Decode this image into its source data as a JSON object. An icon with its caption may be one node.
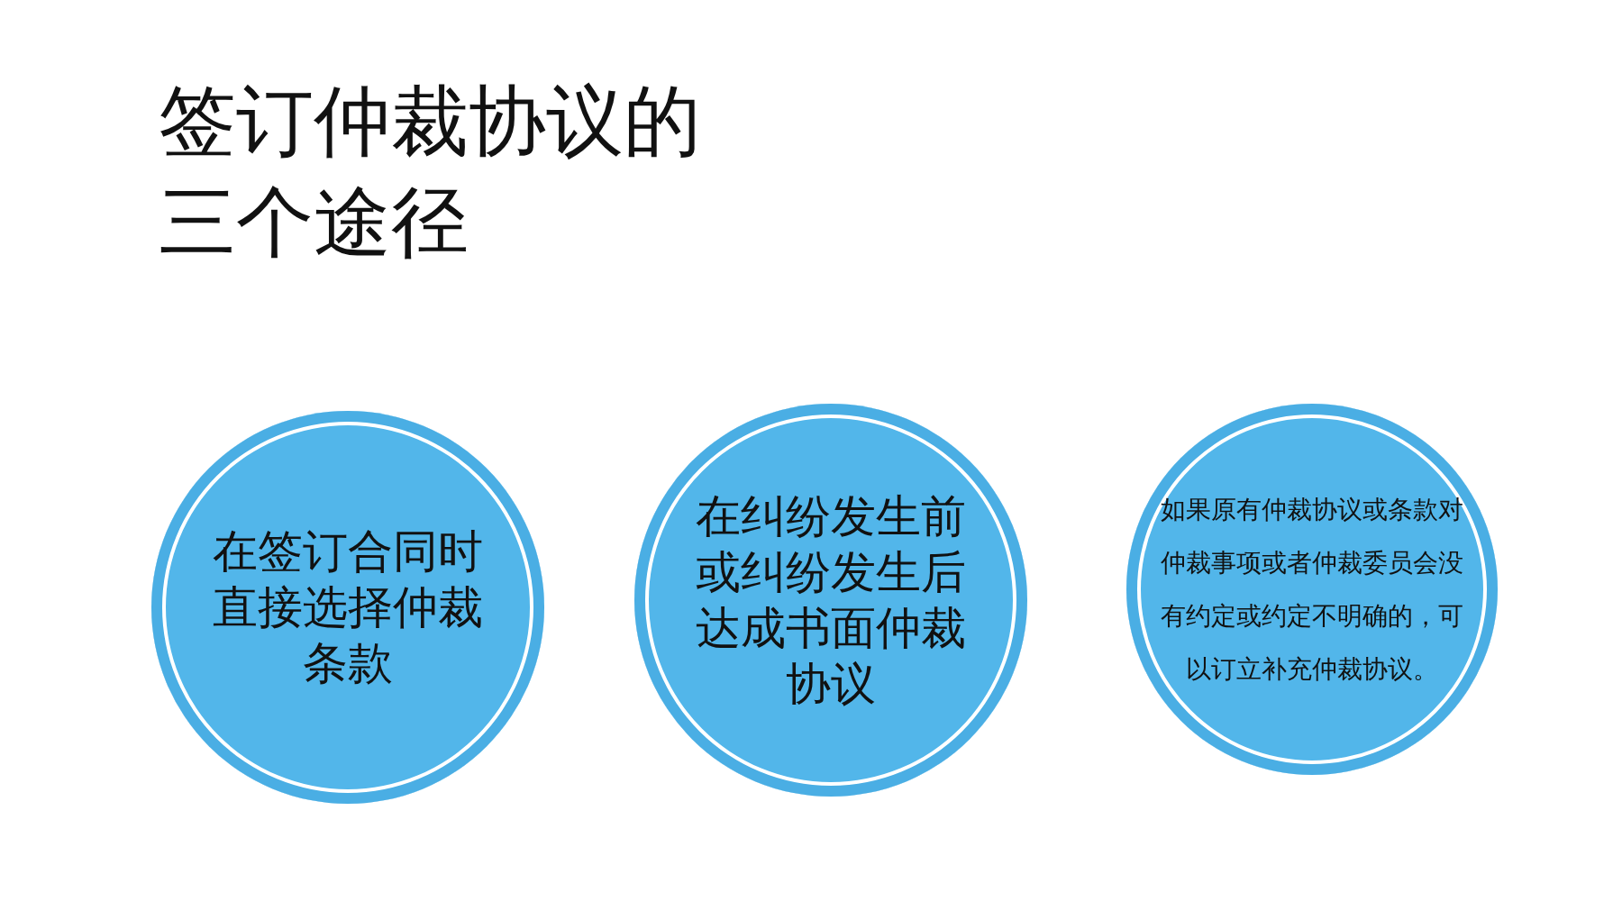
{
  "diagram": {
    "title": "签订仲裁协议的三个途径",
    "nodes": [
      {
        "text": [
          "在签订合同时直接选择仲裁条款"
        ]
      },
      {
        "text": [
          "在纠纷发生前或纠纷发生后达成书面仲裁协议"
        ]
      },
      {
        "text": [
          "如果原有仲裁协议或条款对仲裁事项或者仲裁委员会没有约定或约定不明确的，可以订立补充仲裁协议。"
        ]
      }
    ]
  }
}
